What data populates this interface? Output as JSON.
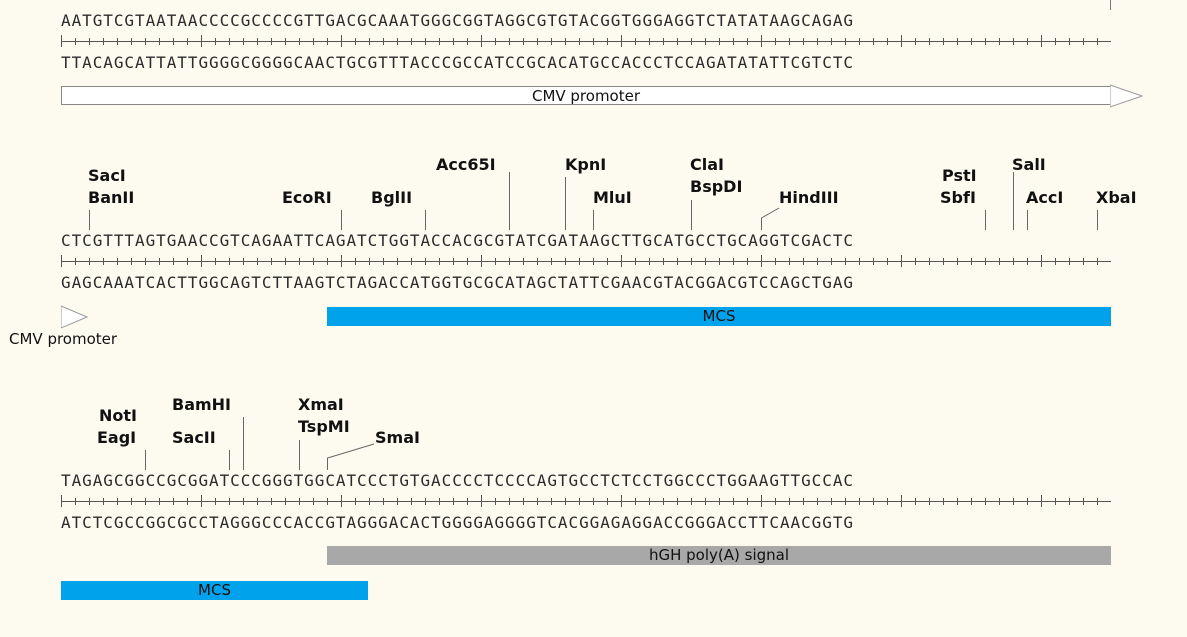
{
  "rows": [
    {
      "top_strand": "AATGTCGTAATAACCCCGCCCCGTTGACGCAAATGGGCGGTAGGCGTGTACGGTGGGAGGTCTATATAAGCAGAG",
      "bottom_strand": "TTACAGCATTATTGGGGCGGGGCAACTGCGTTTACCCGCCATCCGCACATGCCACCCTCCAGATATATTCGTCTC",
      "features": [
        {
          "label": "CMV promoter",
          "color": "#ffffff",
          "style": "arrow-outline",
          "direction": "forward"
        }
      ],
      "sites": []
    },
    {
      "top_strand": "CTCGTTTAGTGAACCGTCAGAATTCAGATCTGGTACCACGCGTATCGATAAGCTTGCATGCCTGCAGGTCGACTC",
      "bottom_strand": "GAGCAAATCACTTGGCAGTCTTAAGTCTAGACCATGGTGCGCATAGCTATTCGAACGTACGGACGTCCAGCTGAG",
      "features": [
        {
          "label": "CMV promoter",
          "color": "#ffffff",
          "style": "arrow-tip",
          "direction": "forward"
        },
        {
          "label": "MCS",
          "color": "#00a2ec",
          "style": "bar"
        }
      ],
      "sites": [
        {
          "label": "SacI"
        },
        {
          "label": "BanII"
        },
        {
          "label": "EcoRI"
        },
        {
          "label": "BglII"
        },
        {
          "label": "Acc65I"
        },
        {
          "label": "KpnI"
        },
        {
          "label": "MluI"
        },
        {
          "label": "ClaI"
        },
        {
          "label": "BspDI"
        },
        {
          "label": "HindIII"
        },
        {
          "label": "PstI"
        },
        {
          "label": "SbfI"
        },
        {
          "label": "SalI"
        },
        {
          "label": "AccI"
        },
        {
          "label": "XbaI"
        }
      ]
    },
    {
      "top_strand": "TAGAGCGGCCGCGGATCCCGGGTGGCATCCCTGTGACCCCTCCCCAGTGCCTCTCCTGGCCCTGGAAGTTGCCAC",
      "bottom_strand": "ATCTCGCCGGCGCCTAGGGCCCACCGTAGGGACACTGGGGAGGGGTCACGGAGAGGACCGGGACCTTCAACGGTG",
      "features": [
        {
          "label": "hGH poly(A) signal",
          "color": "#a8a8a8",
          "style": "bar"
        },
        {
          "label": "MCS",
          "color": "#00a2ec",
          "style": "bar"
        }
      ],
      "sites": [
        {
          "label": "NotI"
        },
        {
          "label": "EagI"
        },
        {
          "label": "BamHI"
        },
        {
          "label": "SacII"
        },
        {
          "label": "XmaI"
        },
        {
          "label": "TspMI"
        },
        {
          "label": "SmaI"
        }
      ]
    }
  ]
}
